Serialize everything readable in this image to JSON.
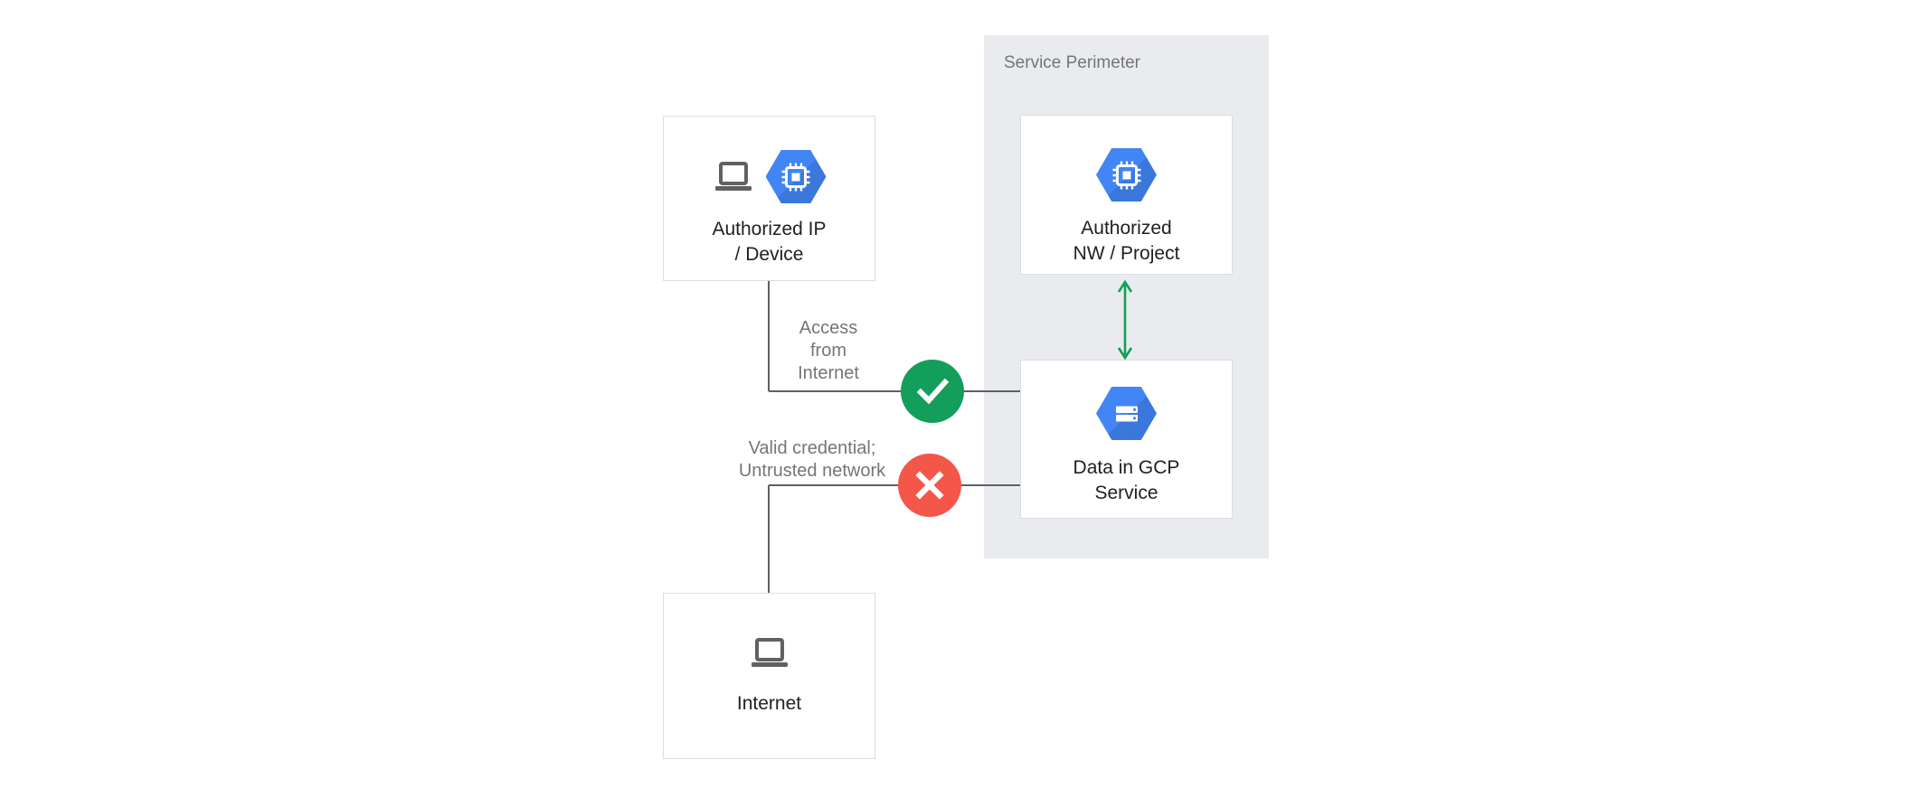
{
  "perimeter": {
    "label": "Service Perimeter"
  },
  "nodes": {
    "ip_device": {
      "line1": "Authorized IP",
      "line2": "/ Device"
    },
    "nw_project": {
      "line1": "Authorized",
      "line2": "NW / Project"
    },
    "gcp_data": {
      "line1": "Data in GCP",
      "line2": "Service"
    },
    "internet": {
      "line1": "Internet"
    }
  },
  "edge_labels": {
    "access": {
      "line1": "Access",
      "line2": "from",
      "line3": "Internet"
    },
    "untrusted": {
      "line1": "Valid credential;",
      "line2": "Untrusted network"
    }
  },
  "statuses": {
    "allowed": "check",
    "denied": "cross"
  },
  "colors": {
    "panel_fill": "#E9EBEE",
    "box_border": "#DBDDE0",
    "title_text": "#212121",
    "muted_text": "#757575",
    "connector": "#616161",
    "gcp_blue": "#4285F4",
    "status_green": "#149E5B",
    "status_red": "#F4564A"
  }
}
